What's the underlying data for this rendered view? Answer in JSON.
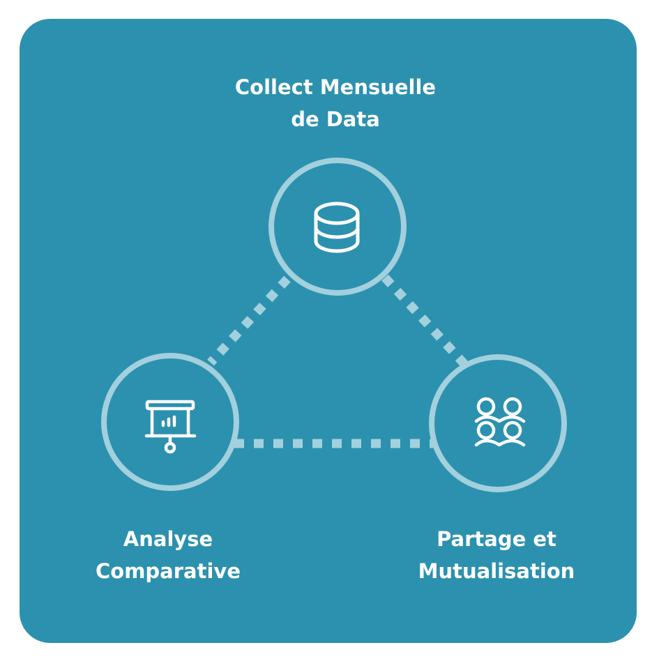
{
  "colors": {
    "background": "#2b91af",
    "ring": "#a3d0dd",
    "connector": "#a3d0dd",
    "icon": "#ffffff",
    "text": "#ffffff"
  },
  "nodes": [
    {
      "id": "collect",
      "label_line1": "Collect Mensuelle",
      "label_line2": "de Data",
      "icon": "database-icon"
    },
    {
      "id": "analyse",
      "label_line1": "Analyse",
      "label_line2": "Comparative",
      "icon": "presentation-chart-icon"
    },
    {
      "id": "partage",
      "label_line1": "Partage et",
      "label_line2": "Mutualisation",
      "icon": "users-group-icon"
    }
  ],
  "connectors": [
    {
      "from": "collect",
      "to": "analyse",
      "style": "dotted"
    },
    {
      "from": "collect",
      "to": "partage",
      "style": "dotted"
    },
    {
      "from": "analyse",
      "to": "partage",
      "style": "dotted"
    }
  ]
}
